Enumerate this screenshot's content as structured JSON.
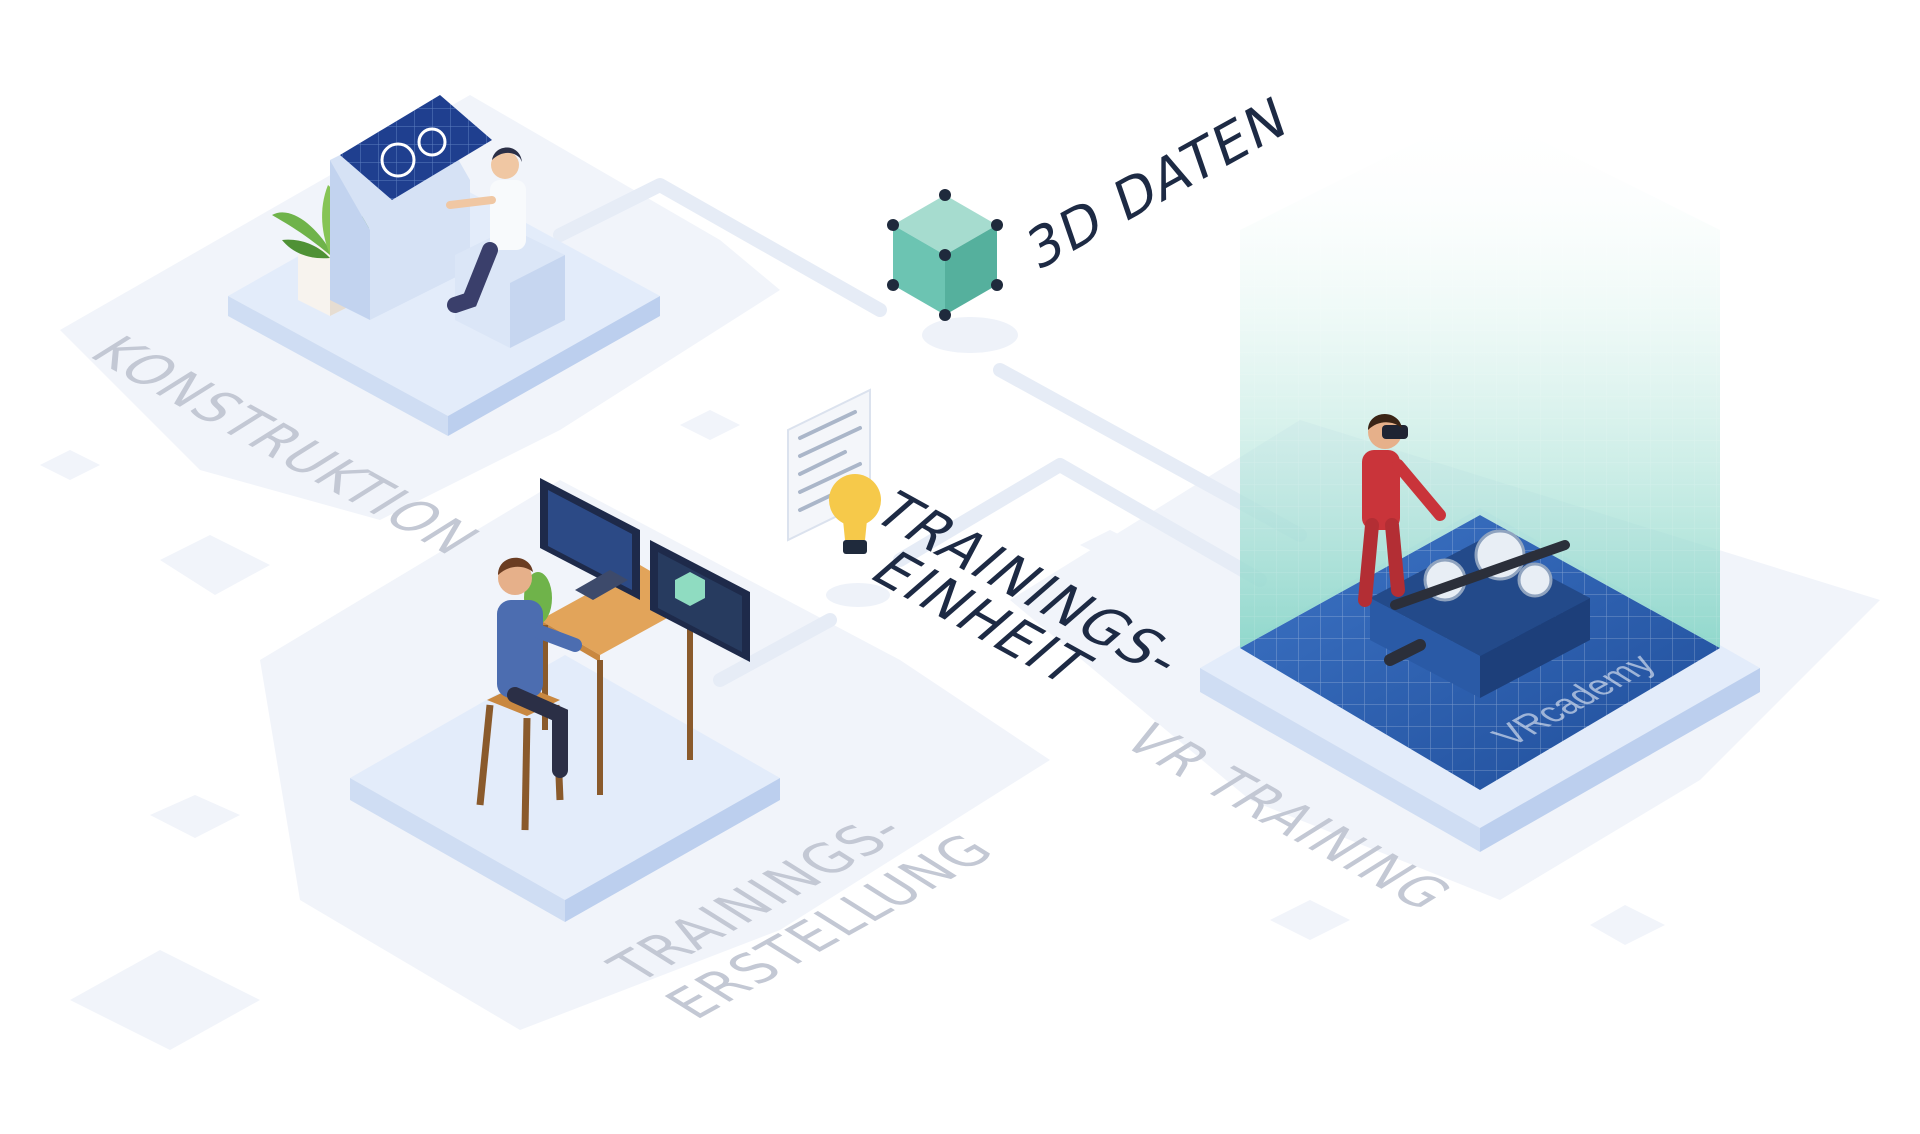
{
  "labels": {
    "konstruktion": "KONSTRUKTION",
    "trainings_erstellung_line1": "TRAININGS-",
    "trainings_erstellung_line2": "ERSTELLUNG",
    "vr_training": "VR TRAINING",
    "daten_3d": "3D DATEN",
    "trainings_einheit_line1": "TRAININGS-",
    "trainings_einheit_line2": "EINHEIT"
  },
  "brand": {
    "logo_text": "VRcademy"
  },
  "icons": {
    "cube": "3d-cube-icon",
    "document": "document-icon",
    "lightbulb": "lightbulb-icon",
    "gears": "gear-icon"
  },
  "colors": {
    "background": "#ffffff",
    "ground": "#eef2f9",
    "platform_top": "#e3ecfa",
    "platform_side": "#c7d7f0",
    "connector": "#e6ecf6",
    "floor_label": "#c3c8d4",
    "concept_label": "#1d2a44",
    "cube": "#6cc4b2",
    "vr_blue": "#2f5fae",
    "vr_glow": "#9fe0d2",
    "worker_red": "#c9343a"
  }
}
